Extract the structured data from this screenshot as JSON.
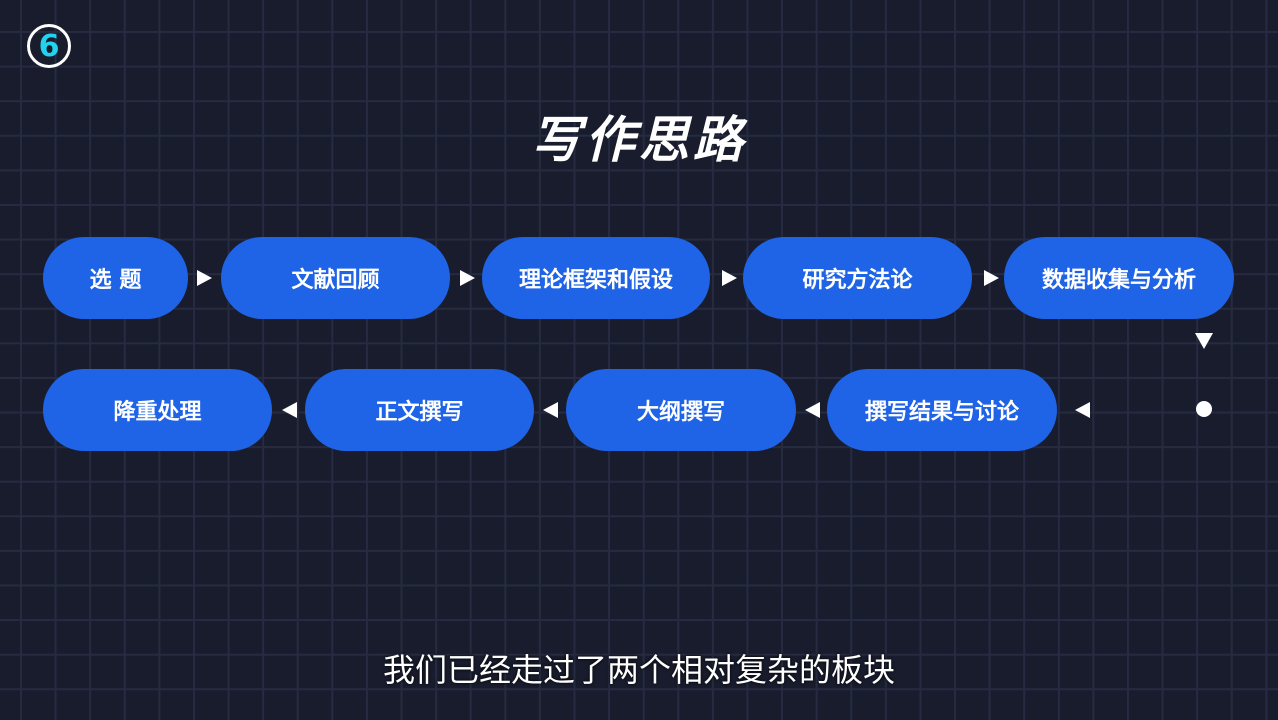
{
  "logo": {
    "number": "6"
  },
  "title": "写作思路",
  "steps_row1": [
    "选 题",
    "文献回顾",
    "理论框架和假设",
    "研究方法论",
    "数据收集与分析"
  ],
  "steps_row2": [
    "降重处理",
    "正文撰写",
    "大纲撰写",
    "撰写结果与讨论"
  ],
  "subtitle": "我们已经走过了两个相对复杂的板块",
  "colors": {
    "background": "#181c2d",
    "pill": "#1f63e6",
    "logo_accent": "#22d3f0"
  }
}
